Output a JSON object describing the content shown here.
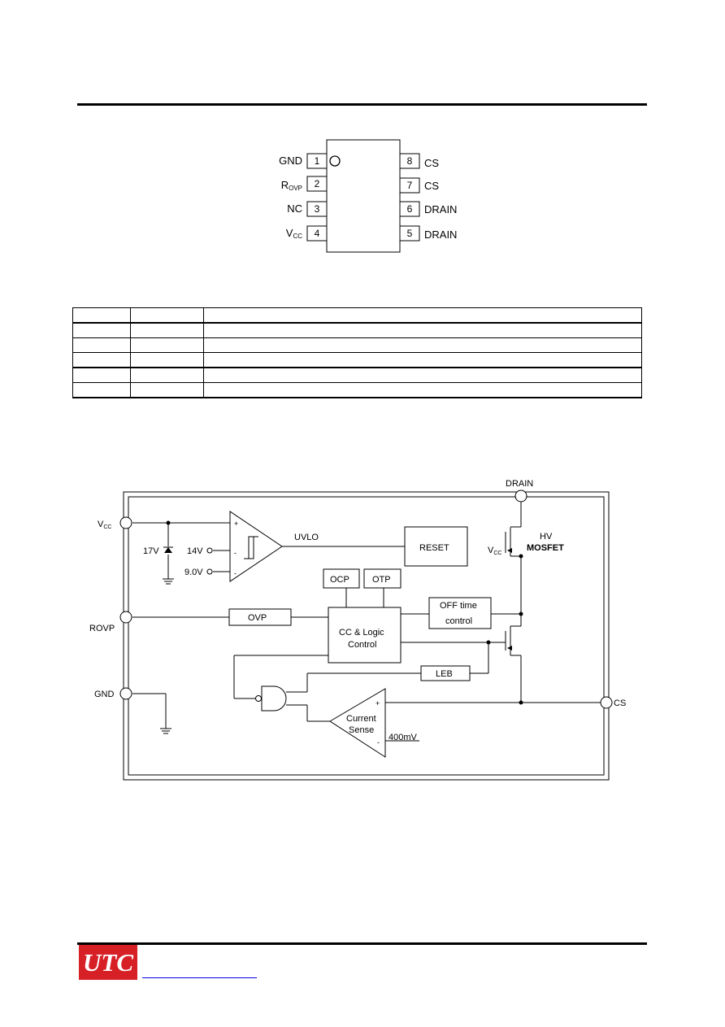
{
  "pin_config": {
    "left_pins": [
      {
        "num": "1",
        "name": "GND",
        "sub": ""
      },
      {
        "num": "2",
        "name": "R",
        "sub": "OVP"
      },
      {
        "num": "3",
        "name": "NC",
        "sub": ""
      },
      {
        "num": "4",
        "name": "V",
        "sub": "CC"
      }
    ],
    "right_pins": [
      {
        "num": "8",
        "name": "CS"
      },
      {
        "num": "7",
        "name": "CS"
      },
      {
        "num": "6",
        "name": "DRAIN"
      },
      {
        "num": "5",
        "name": "DRAIN"
      }
    ]
  },
  "block_diagram": {
    "drain_label": "DRAIN",
    "vcc_label": "V",
    "vcc_sub": "CC",
    "rovp_label": "ROVP",
    "gnd_label": "GND",
    "cs_label": "CS",
    "zener_label": "17V",
    "ref_14v": "14V",
    "ref_9v": "9.0V",
    "uvlo_label": "UVLO",
    "reset_label": "RESET",
    "hv_line1": "HV",
    "hv_line2": "MOSFET",
    "gate_v": "V",
    "gate_sub": "CC",
    "ocp_label": "OCP",
    "otp_label": "OTP",
    "ovp_label": "OVP",
    "cc_line1": "CC & Logic",
    "cc_line2": "Control",
    "off_line1": "OFF time",
    "off_line2": "control",
    "leb_label": "LEB",
    "cs_amp_line1": "Current",
    "cs_amp_line2": "Sense",
    "ref_400mv": "400mV",
    "plus": "+",
    "minus": "-"
  },
  "footer": {
    "logo_text": "UTC"
  }
}
